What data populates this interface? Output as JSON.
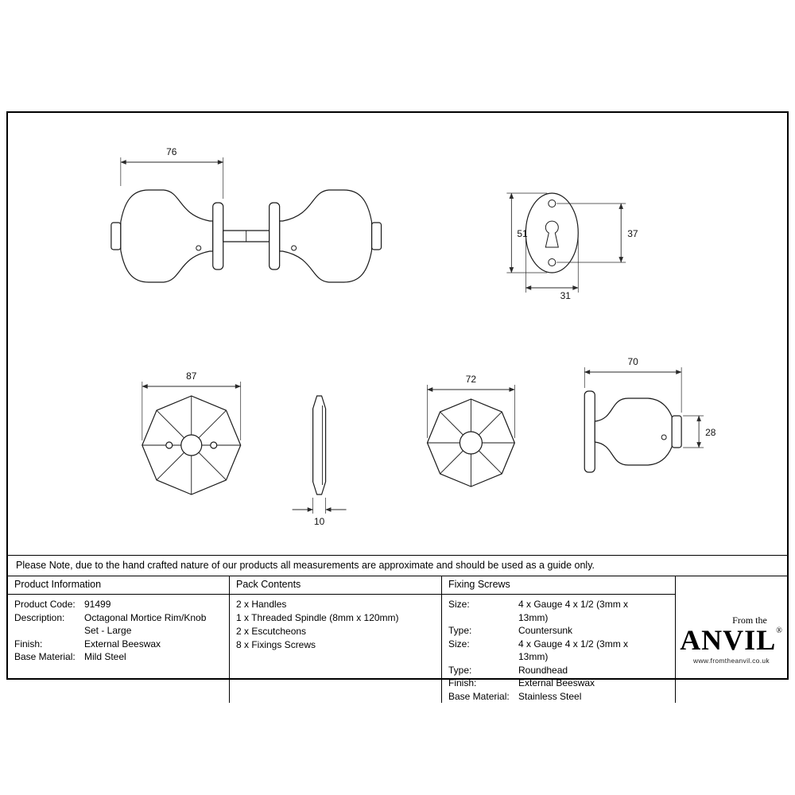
{
  "note": "Please Note, due to the hand crafted nature of our products all measurements are approximate and should be used as a guide only.",
  "drawings": {
    "knob_set_side": {
      "projection_dim": "76"
    },
    "escutcheon": {
      "height_dim": "51",
      "fixing_holes_dim": "37",
      "width_dim": "31"
    },
    "rose_front": {
      "width_dim": "87"
    },
    "rose_side": {
      "thickness_dim": "10"
    },
    "knob_front": {
      "width_dim": "72"
    },
    "knob_side": {
      "projection_dim": "70",
      "boss_dim": "28"
    }
  },
  "table": {
    "product_information": {
      "header": "Product Information",
      "rows": [
        {
          "label": "Product Code:",
          "value": "91499"
        },
        {
          "label": "Description:",
          "value": "Octagonal Mortice Rim/Knob Set - Large"
        },
        {
          "label": "Finish:",
          "value": "External Beeswax"
        },
        {
          "label": "Base Material:",
          "value": "Mild Steel"
        }
      ]
    },
    "pack_contents": {
      "header": "Pack Contents",
      "items": [
        "2 x Handles",
        "1 x Threaded Spindle (8mm x 120mm)",
        "2 x Escutcheons",
        "8 x Fixings Screws"
      ]
    },
    "fixing_screws": {
      "header": "Fixing Screws",
      "rows": [
        {
          "label": "Size:",
          "value": "4 x Gauge 4 x 1/2 (3mm x 13mm)"
        },
        {
          "label": "Type:",
          "value": "Countersunk"
        },
        {
          "label": "Size:",
          "value": "4 x Gauge 4 x 1/2 (3mm x 13mm)"
        },
        {
          "label": "Type:",
          "value": "Roundhead"
        },
        {
          "label": "Finish:",
          "value": "External Beeswax"
        },
        {
          "label": "Base Material:",
          "value": "Stainless Steel"
        }
      ]
    }
  },
  "logo": {
    "tagline": "From the",
    "brand": "ANVIL",
    "registered": "®",
    "website": "www.fromtheanvil.co.uk"
  }
}
